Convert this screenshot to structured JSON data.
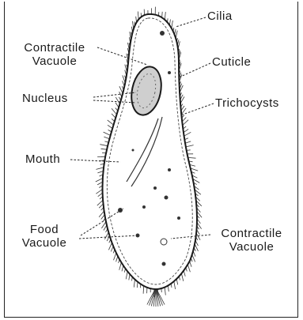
{
  "labels": {
    "cilia": "Cilia",
    "contractile_vacuole_top_line1": "Contractile",
    "contractile_vacuole_top_line2": "Vacuole",
    "cuticle": "Cuticle",
    "nucleus": "Nucleus",
    "trichocysts": "Trichocysts",
    "mouth": "Mouth",
    "food_vacuole_line1": "Food",
    "food_vacuole_line2": "Vacuole",
    "contractile_vacuole_bottom_line1": "Contractile",
    "contractile_vacuole_bottom_line2": "Vacuole"
  },
  "colors": {
    "ink": "#1a1a1a",
    "background": "#ffffff"
  }
}
